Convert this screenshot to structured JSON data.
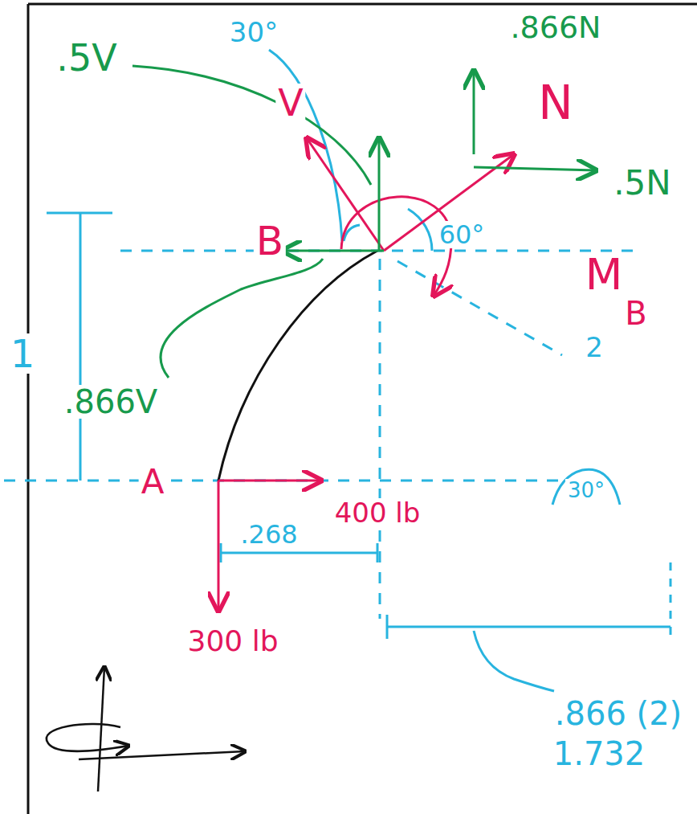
{
  "diagram": {
    "labels": [
      ".5V",
      "V",
      "30°",
      ".866N",
      "N",
      ".5N",
      "B",
      "60°",
      "M",
      "B",
      "2",
      ".866V",
      "1",
      "A",
      "30°",
      "400 lb",
      ".268",
      "300 lb",
      ".866 (2)",
      "1.732"
    ]
  }
}
